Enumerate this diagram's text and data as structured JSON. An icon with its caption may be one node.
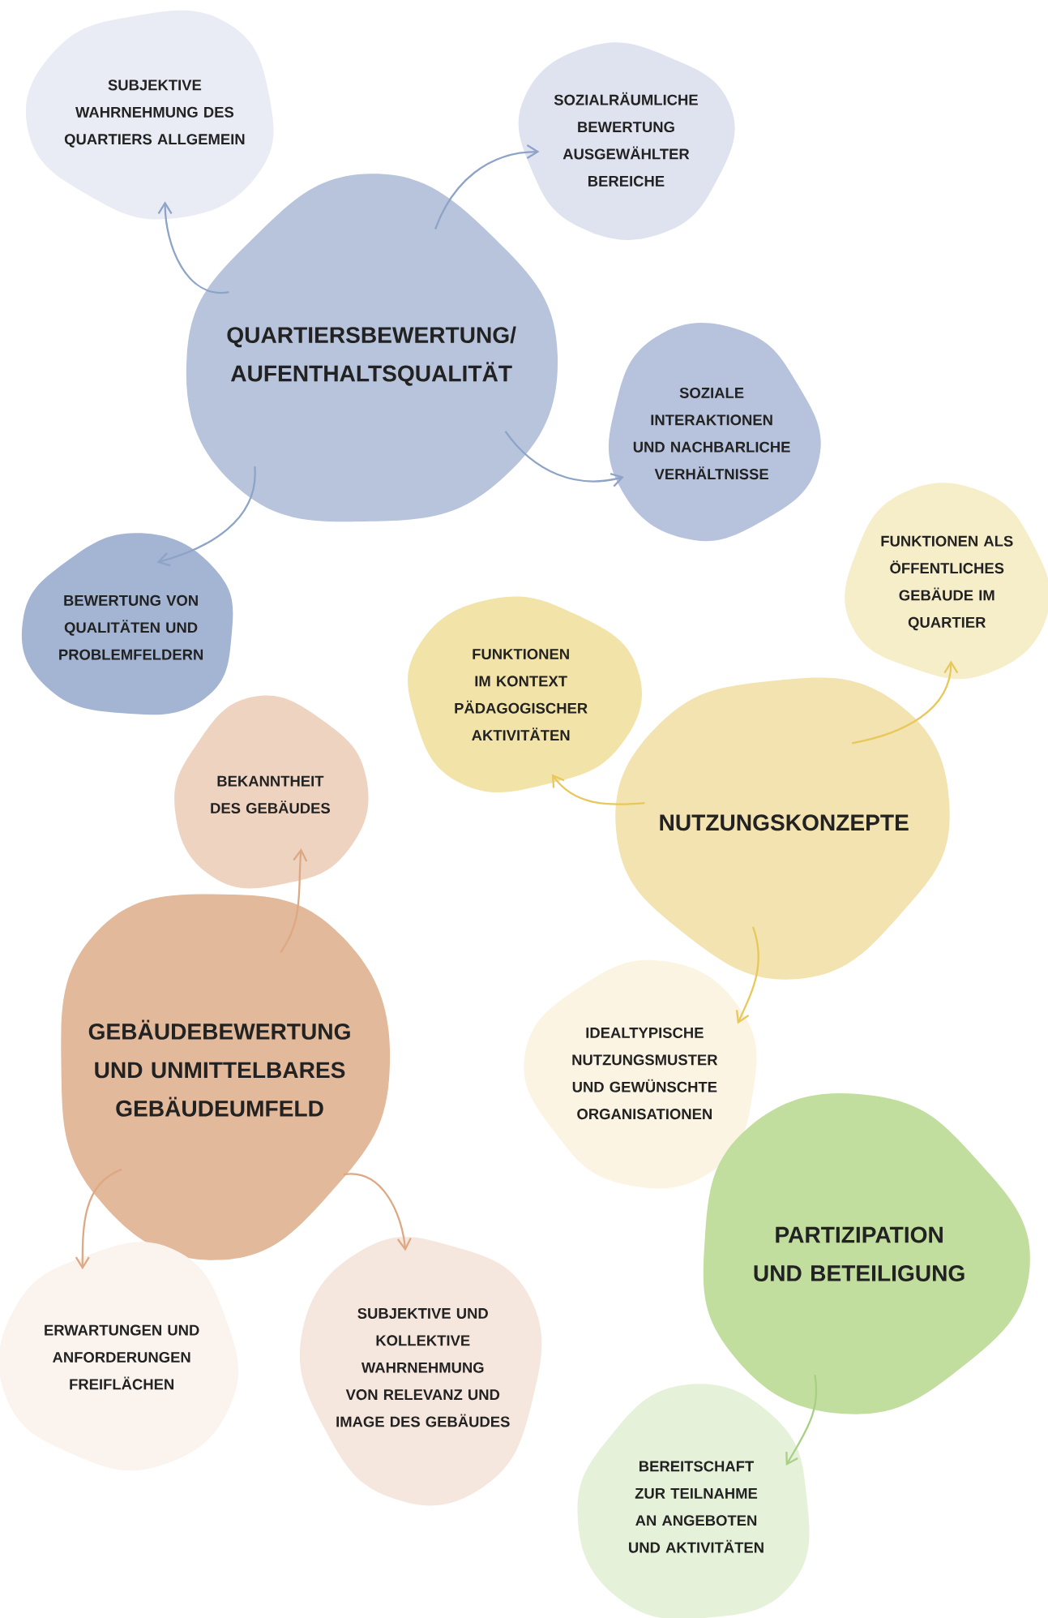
{
  "diagram": {
    "nodes": [
      {
        "text": [
          "QUARTIERSBEWERTUNG/ AUFENTHALTSQUALITÄT"
        ]
      },
      {
        "text": [
          "SUBJEKTIVE WAHRNEHMUNG DES QUARTIERS ALLGEMEIN"
        ]
      },
      {
        "text": [
          "SOZIALRÄUMLICHE BEWERTUNG AUSGEWÄHLTER BEREICHE"
        ]
      },
      {
        "text": [
          "SOZIALE INTERAKTIONEN UND NACHBARLICHE VERHÄLTNISSE"
        ]
      },
      {
        "text": [
          "BEWERTUNG VON QUALITÄTEN UND PROBLEMFELDERN"
        ]
      },
      {
        "text": [
          "NUTZUNGSKONZEPTE"
        ]
      },
      {
        "text": [
          "FUNKTIONEN IM KONTEXT PÄDAGOGISCHER AKTIVITÄTEN"
        ]
      },
      {
        "text": [
          "FUNKTIONEN ALS ÖFFENTLICHES GEBÄUDE IM QUARTIER"
        ]
      },
      {
        "text": [
          "IDEALTYPISCHE NUTZUNGSMUSTER UND GEWÜNSCHTE ORGANISATIONEN"
        ]
      },
      {
        "text": [
          "GEBÄUDEBEWERTUNG UND UNMITTELBARES GEBÄUDEUMFELD"
        ]
      },
      {
        "text": [
          "BEKANNTHEIT DES GEBÄUDES"
        ]
      },
      {
        "text": [
          "ERWARTUNGEN UND ANFORDERUNGEN FREIFLÄCHEN"
        ]
      },
      {
        "text": [
          "SUBJEKTIVE UND KOLLEKTIVE WAHRNEHMUNG VON RELEVANZ UND IMAGE DES GEBÄUDES"
        ]
      },
      {
        "text": [
          "PARTIZIPATION UND BETEILIGUNG"
        ]
      },
      {
        "text": [
          "BEREITSCHAFT ZUR TEILNAHME AN ANGEBOTEN UND AKTIVITÄTEN"
        ]
      }
    ],
    "edges": [
      {
        "from": 0,
        "to": 1,
        "arrow": "to"
      },
      {
        "from": 0,
        "to": 2,
        "arrow": "to"
      },
      {
        "from": 0,
        "to": 3,
        "arrow": "to"
      },
      {
        "from": 0,
        "to": 4,
        "arrow": "to"
      },
      {
        "from": 5,
        "to": 6,
        "arrow": "to",
        "color": "#e8c85a"
      },
      {
        "from": 5,
        "to": 7,
        "arrow": "to",
        "color": "#e8c85a"
      },
      {
        "from": 5,
        "to": 8,
        "arrow": "to",
        "color": "#e8c85a"
      },
      {
        "from": 9,
        "to": 10,
        "arrow": "to",
        "color": "#dea884"
      },
      {
        "from": 9,
        "to": 11,
        "arrow": "to",
        "color": "#dea884"
      },
      {
        "from": 9,
        "to": 12,
        "arrow": "to",
        "color": "#dea884"
      },
      {
        "from": 13,
        "to": 14,
        "arrow": "to",
        "color": "#a9cf84"
      }
    ]
  }
}
